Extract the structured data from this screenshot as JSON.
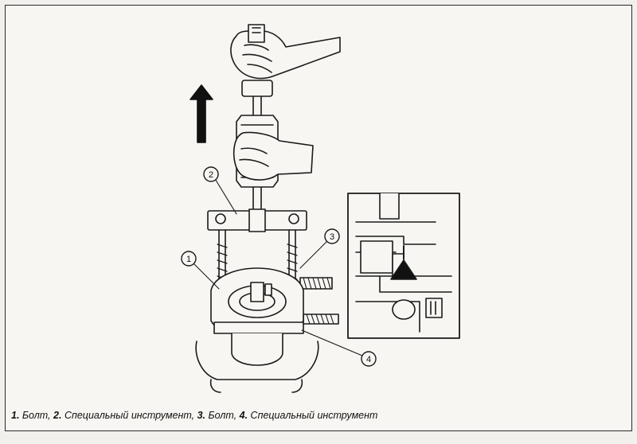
{
  "figure": {
    "callouts": [
      "1",
      "2",
      "3",
      "4"
    ]
  },
  "caption": {
    "items": [
      {
        "number": "1.",
        "text": "Болт,"
      },
      {
        "number": "2.",
        "text": "Специальный инструмент,"
      },
      {
        "number": "3.",
        "text": "Болт,"
      },
      {
        "number": "4.",
        "text": "Специальный инструмент"
      }
    ]
  },
  "colors": {
    "ink": "#1a1a1a",
    "paper": "#f7f6f3",
    "bleed": "#9a9890"
  }
}
